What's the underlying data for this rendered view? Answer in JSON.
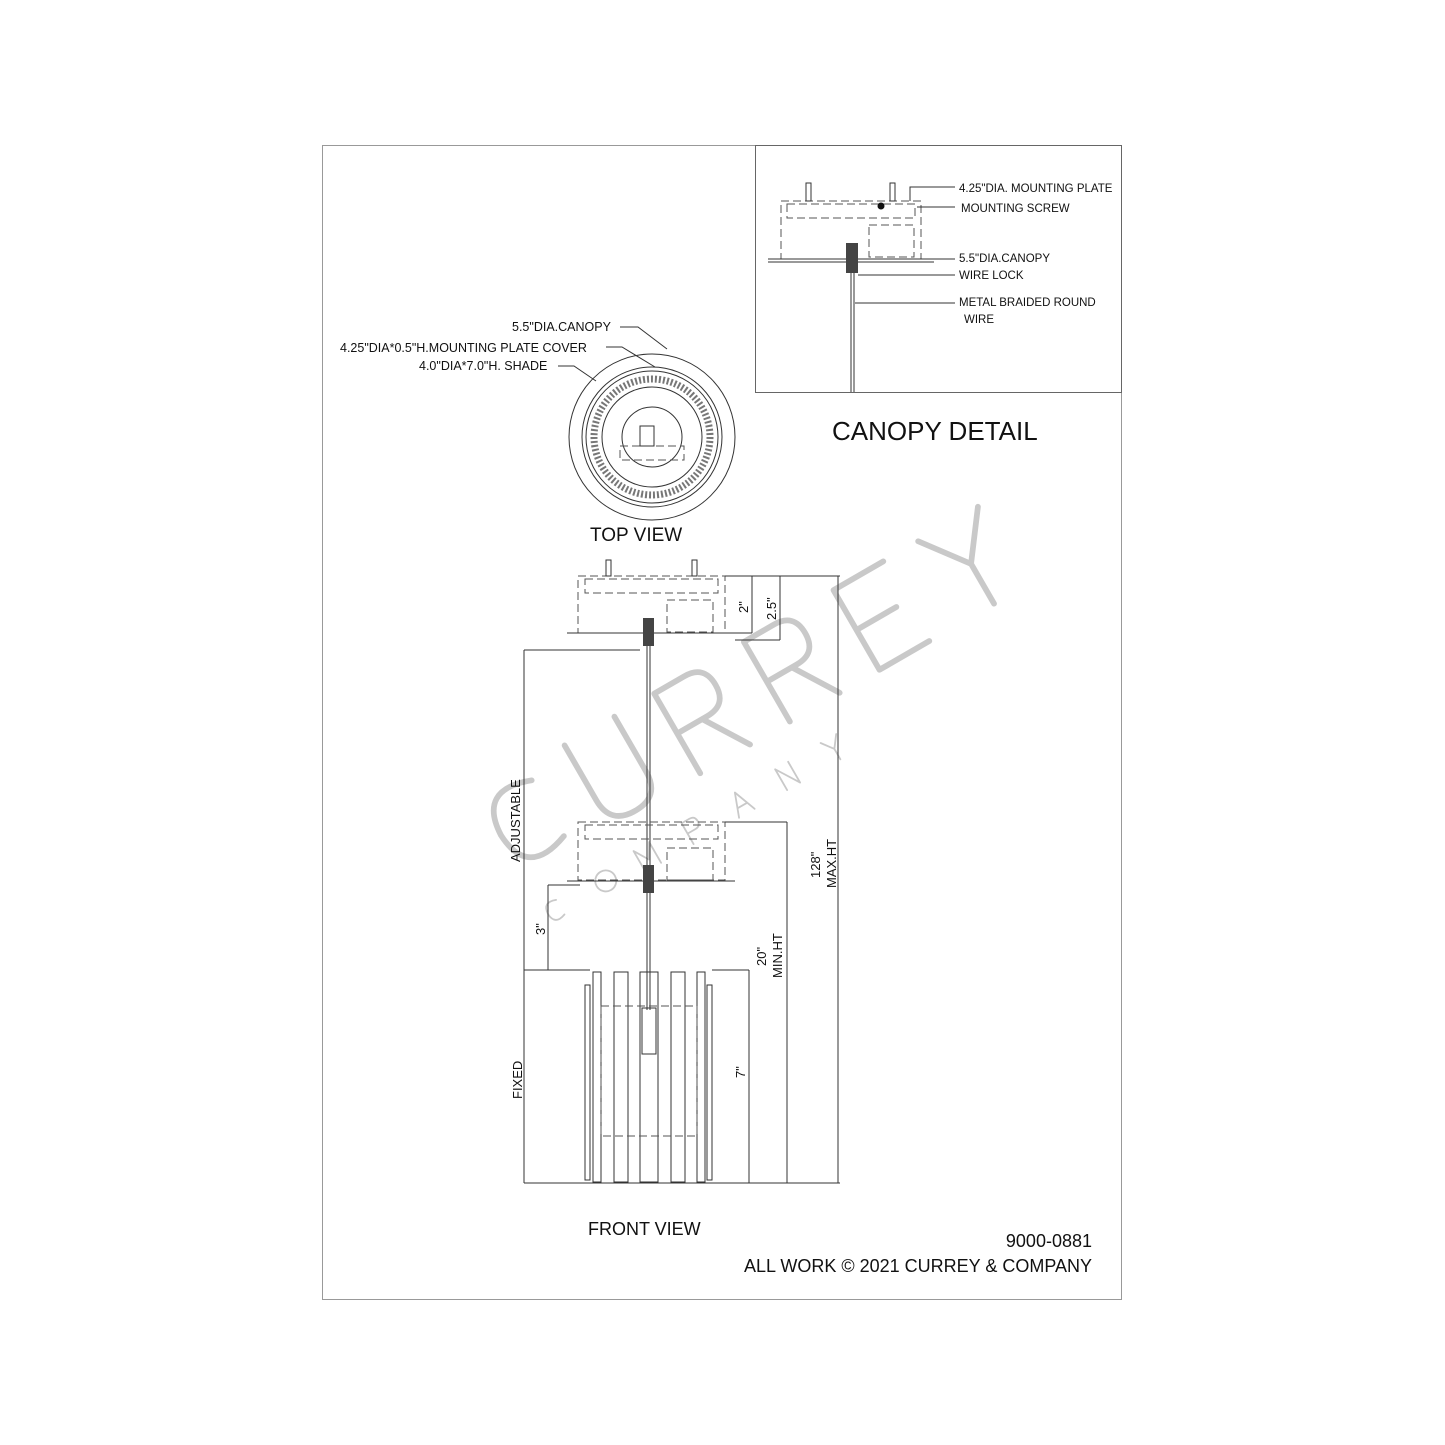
{
  "drawing": {
    "part_number": "9000-0881",
    "copyright": "ALL WORK © 2021 CURREY & COMPANY",
    "watermark": {
      "brand": "CURREY",
      "sub": "COMPANY"
    }
  },
  "canopy_detail": {
    "title": "CANOPY DETAIL",
    "labels": [
      "4.25\"DIA. MOUNTING PLATE",
      "MOUNTING SCREW",
      "5.5\"DIA.CANOPY",
      "WIRE LOCK",
      "METAL BRAIDED ROUND",
      "WIRE"
    ]
  },
  "top_view": {
    "title": "TOP VIEW",
    "labels": [
      "5.5\"DIA.CANOPY",
      "4.25\"DIA*0.5\"H.MOUNTING PLATE COVER",
      "4.0\"DIA*7.0\"H. SHADE"
    ]
  },
  "front_view": {
    "title": "FRONT VIEW",
    "dimensions": {
      "canopy_inner": "2\"",
      "canopy_total": "2.5\"",
      "max_height": "128\"",
      "max_height_label": "MAX.HT",
      "min_height": "20\"",
      "min_height_label": "MIN.HT",
      "shade": "7\"",
      "gap": "3\"",
      "adjustable": "ADJUSTABLE",
      "fixed": "FIXED"
    }
  }
}
